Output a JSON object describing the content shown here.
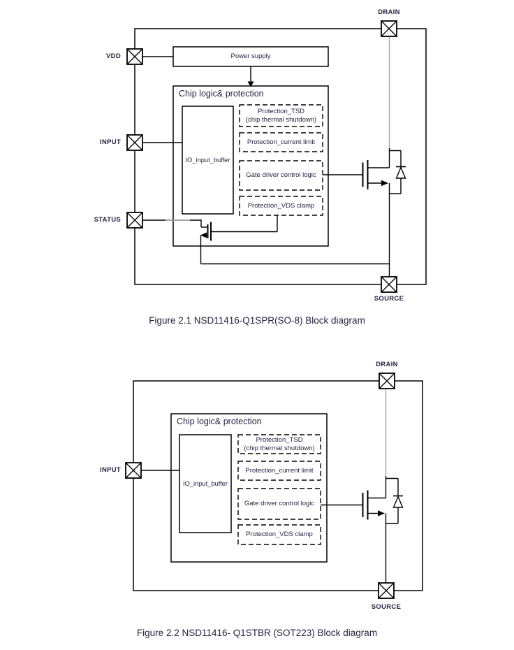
{
  "page": {
    "background": "#ffffff",
    "text_color": "#262240",
    "line_color": "#000000",
    "faded_line_color": "#a8a8a8"
  },
  "figure1": {
    "caption": "Figure 2.1 NSD11416-Q1SPR(SO-8) Block diagram",
    "terminals": {
      "vdd": "VDD",
      "input": "INPUT",
      "status": "STATUS",
      "drain": "DRAIN",
      "source": "SOURCE"
    },
    "blocks": {
      "power_supply": "Power supply",
      "chip_logic": "Chip logic& protection",
      "io_buffer": "IO_input_buffer",
      "tsd_title": "Protection_TSD",
      "tsd_subtitle": "(chip thermal shutdown)",
      "current_limit": "Protection_current limit",
      "gate_driver": "Gate driver control logic",
      "vds_clamp": "Protection_VDS clamp"
    }
  },
  "figure2": {
    "caption": "Figure 2.2 NSD11416- Q1STBR (SOT223) Block diagram",
    "terminals": {
      "input": "INPUT",
      "drain": "DRAIN",
      "source": "SOURCE"
    },
    "blocks": {
      "chip_logic": "Chip logic& protection",
      "io_buffer": "IO_input_buffer",
      "tsd_title": "Protection_TSD",
      "tsd_subtitle": "(chip thermal shutdown)",
      "current_limit": "Protection_current limit",
      "gate_driver": "Gate driver control logic",
      "vds_clamp": "Protection_VDS clamp"
    }
  }
}
